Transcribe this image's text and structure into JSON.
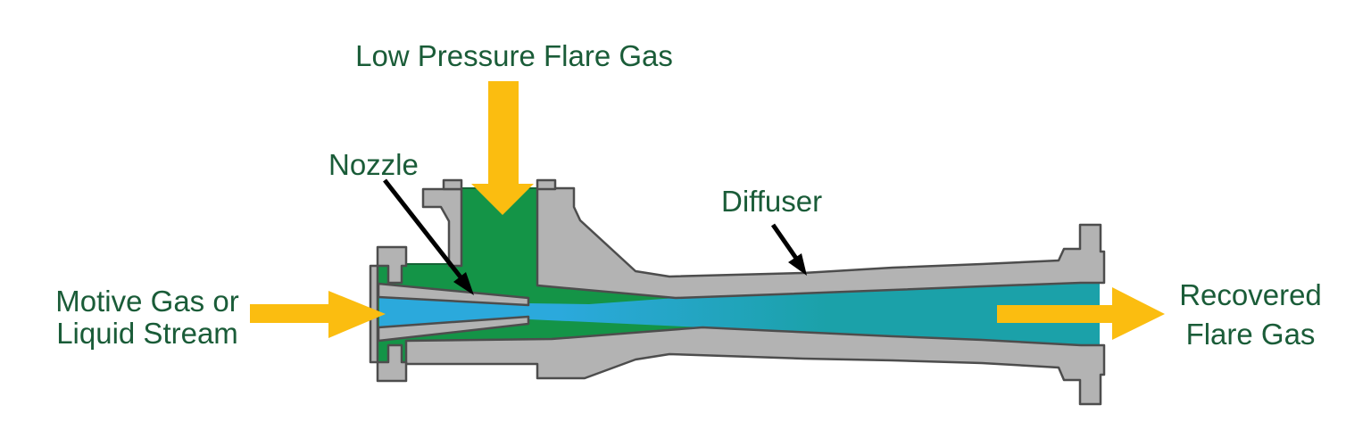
{
  "diagram": {
    "labels": {
      "low_pressure_flare_gas": "Low Pressure Flare Gas",
      "nozzle": "Nozzle",
      "diffuser": "Diffuser",
      "motive_line1": "Motive Gas or",
      "motive_line2": "Liquid Stream",
      "recovered_line1": "Recovered",
      "recovered_line2": "Flare Gas"
    },
    "colors": {
      "label_green": "#1A5C38",
      "chamber_green": "#149447",
      "chamber_outline": "#156435",
      "stream_blue": "#2BA9DC",
      "stream_teal": "#1BA1A9",
      "body_gray": "#B3B3B3",
      "outline_gray": "#4D4D4D",
      "arrow_yellow": "#FBBD10",
      "annotation_black": "#000000",
      "background": "#FFFFFF"
    },
    "parts": [
      "suction-chamber",
      "motive-stream",
      "nozzle-cone",
      "diffuser-body",
      "inlet-flange",
      "branch-flange",
      "outlet-flange"
    ]
  }
}
